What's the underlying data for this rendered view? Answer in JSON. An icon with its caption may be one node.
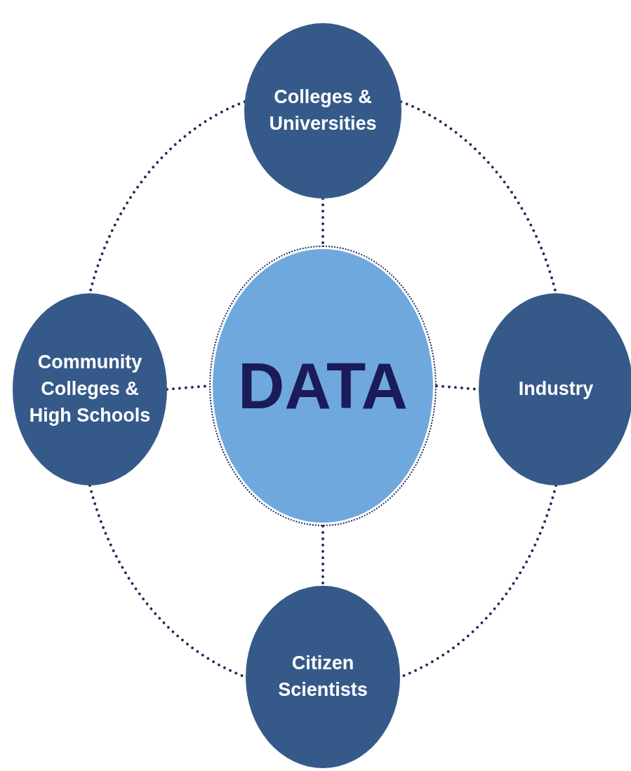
{
  "diagram": {
    "nodes": [
      {
        "text": [
          "Colleges & Universities"
        ]
      },
      {
        "text": [
          "Community Colleges & High Schools"
        ]
      },
      {
        "text": [
          "DATA"
        ]
      },
      {
        "text": [
          "Industry"
        ]
      },
      {
        "text": [
          "Citizen Scientists"
        ]
      }
    ],
    "edges": [
      {
        "from": 0,
        "to": 2,
        "arrow": "none"
      },
      {
        "from": 1,
        "to": 2,
        "arrow": "none"
      },
      {
        "from": 2,
        "to": 3,
        "arrow": "none"
      },
      {
        "from": 2,
        "to": 4,
        "arrow": "none"
      },
      {
        "from": 0,
        "to": 1,
        "arrow": "none"
      },
      {
        "from": 0,
        "to": 3,
        "arrow": "none"
      },
      {
        "from": 1,
        "to": 4,
        "arrow": "none"
      },
      {
        "from": 3,
        "to": 4,
        "arrow": "none"
      }
    ]
  }
}
